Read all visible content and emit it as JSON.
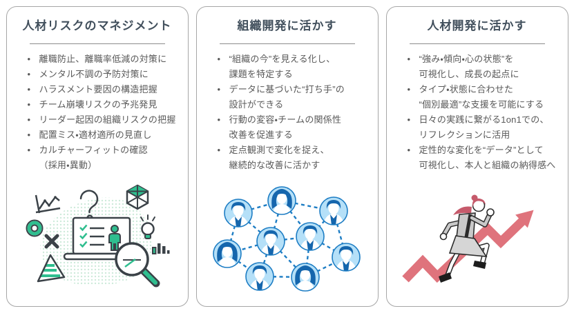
{
  "cards": [
    {
      "title": "人材リスクのマネジメント",
      "bullets": [
        [
          "離職防止、離職率低減の対策に"
        ],
        [
          "メンタル不調の予防対策に"
        ],
        [
          "ハラスメント要因の構造把握"
        ],
        [
          "チーム崩壊リスクの予兆発見"
        ],
        [
          "リーダー起因の組織リスクの把握"
        ],
        [
          "配置ミス・適材適所の見直し"
        ],
        [
          "カルチャーフィットの確認",
          "（採用・異動）"
        ]
      ]
    },
    {
      "title": "組織開発に活かす",
      "bullets": [
        [
          "“組織の今”を見える化し、",
          "課題を特定する"
        ],
        [
          "データに基づいた“打ち手”の",
          "設計ができる"
        ],
        [
          "行動の変容・チームの関係性",
          "改善を促進する"
        ],
        [
          "定点観測で変化を捉え、",
          "継続的な改善に活かす"
        ]
      ]
    },
    {
      "title": "人材開発に活かす",
      "bullets": [
        [
          "“強み・傾向・心の状態”を",
          "可視化し、成長の起点に"
        ],
        [
          "タイプ・状態に合わせた",
          "“個別最適”な支援を可能にする"
        ],
        [
          "日々の実践に繋がる1on1での、",
          "リフレクションに活用"
        ],
        [
          "定性的な変化を“データ”として",
          "可視化し、本人と組織の納得感へ"
        ]
      ]
    }
  ],
  "illustrations": [
    "pc-analysis-illustration",
    "people-network-illustration",
    "growth-arrow-illustration"
  ],
  "colors": {
    "title": "#414f5c",
    "body": "#595959",
    "card_border": "#a6a6a6",
    "divider": "#8b8b8b",
    "teal": "#2fbe8f",
    "mint": "#cdeada",
    "outline": "#3b4248",
    "blue": "#1d7dc4",
    "hair_blue": "#1566ad",
    "light_blue": "#b5e0f8",
    "salmon": "#df737c",
    "suit": "#c9c9c9",
    "skirt": "#d6d6d6",
    "hair_red": "#c65a6b",
    "shoe": "#1d1d1d"
  }
}
